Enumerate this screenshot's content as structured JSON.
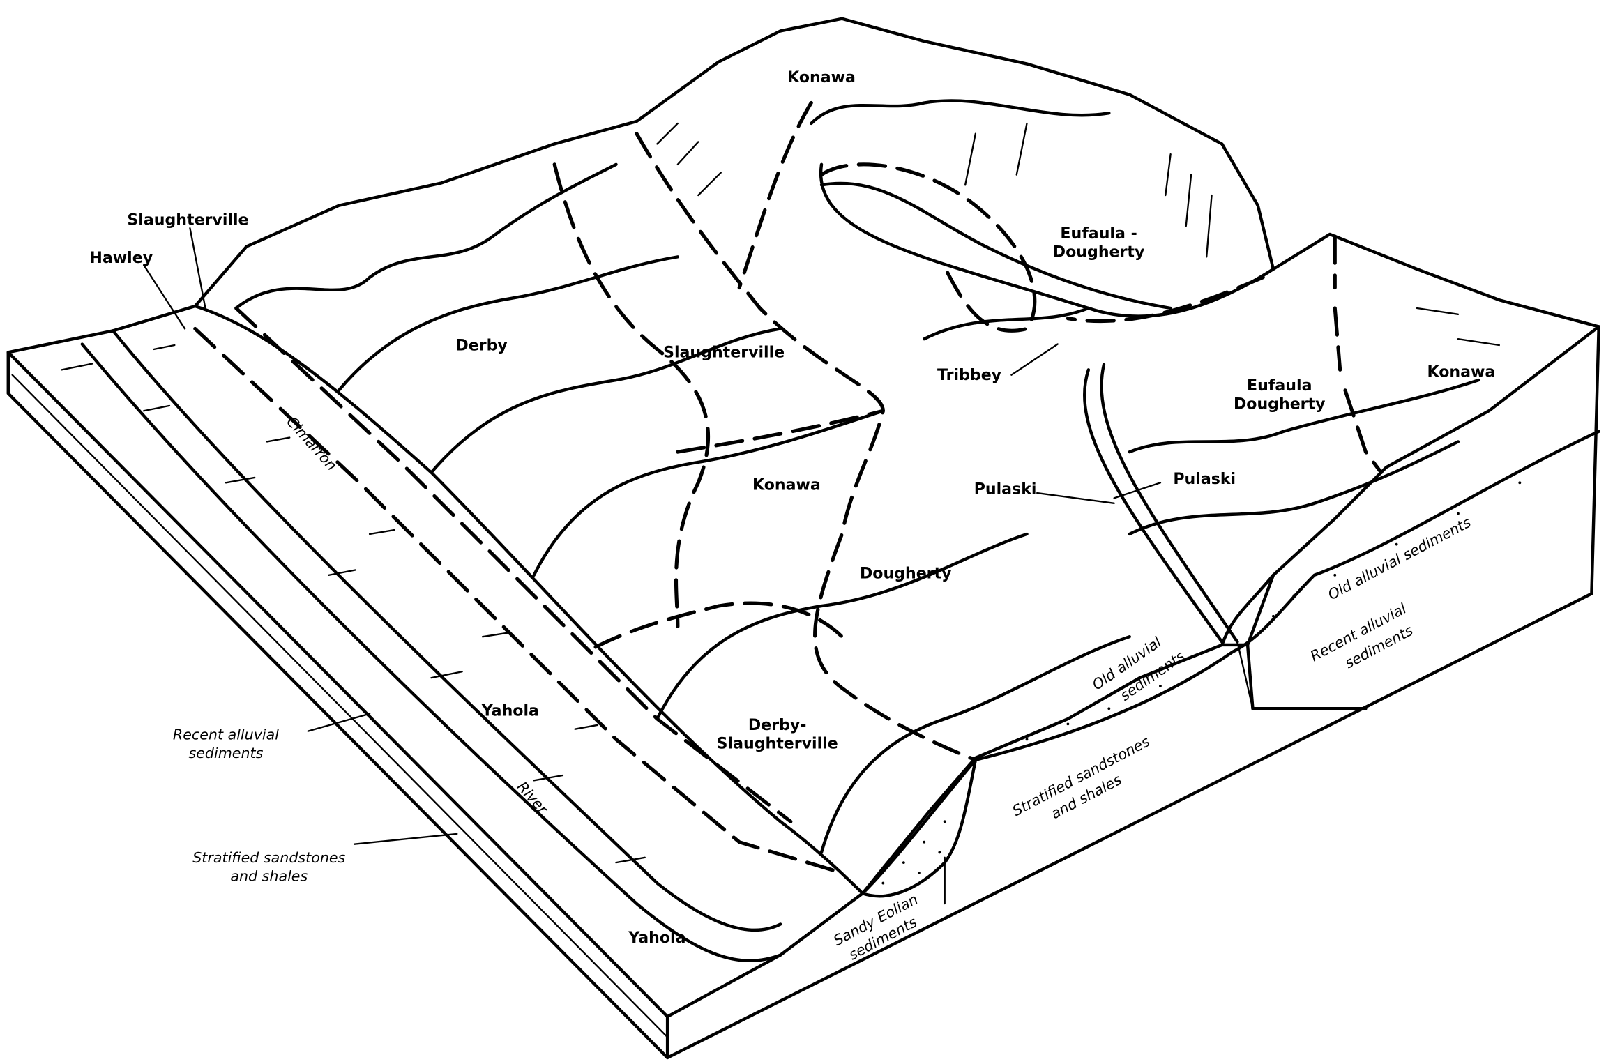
{
  "diagram": {
    "soil_labels": {
      "konawa_top": "Konawa",
      "slaughterville_left": "Slaughterville",
      "hawley": "Hawley",
      "eufaula_dougherty_top": [
        "Eufaula -",
        "Dougherty"
      ],
      "derby": "Derby",
      "slaughterville_center": "Slaughterville",
      "tribbey": "Tribbey",
      "eufaula_dougherty_right": [
        "Eufaula",
        "Dougherty"
      ],
      "konawa_right": "Konawa",
      "konawa_center": "Konawa",
      "pulaski_center": "Pulaski",
      "pulaski_right": "Pulaski",
      "dougherty": "Dougherty",
      "yahola_mid": "Yahola",
      "derby_slaughterville": [
        "Derby-",
        "Slaughterville"
      ],
      "yahola_front": "Yahola"
    },
    "feature_labels": {
      "river_name": "Cimarron",
      "river_word": "River"
    },
    "strata_labels": {
      "recent_alluvial_left": [
        "Recent alluvial",
        "sediments"
      ],
      "stratified_left": [
        "Stratified sandstones",
        "and shales"
      ],
      "old_alluvial_right": "Old alluvial sediments",
      "recent_alluvial_right": [
        "Recent alluvial",
        "sediments"
      ],
      "old_alluvial_mid": [
        "Old alluvial",
        "sediments"
      ],
      "stratified_mid": [
        "Stratified sandstones",
        "and shales"
      ],
      "sandy_eolian": [
        "Sandy Eolian",
        "sediments"
      ]
    }
  }
}
